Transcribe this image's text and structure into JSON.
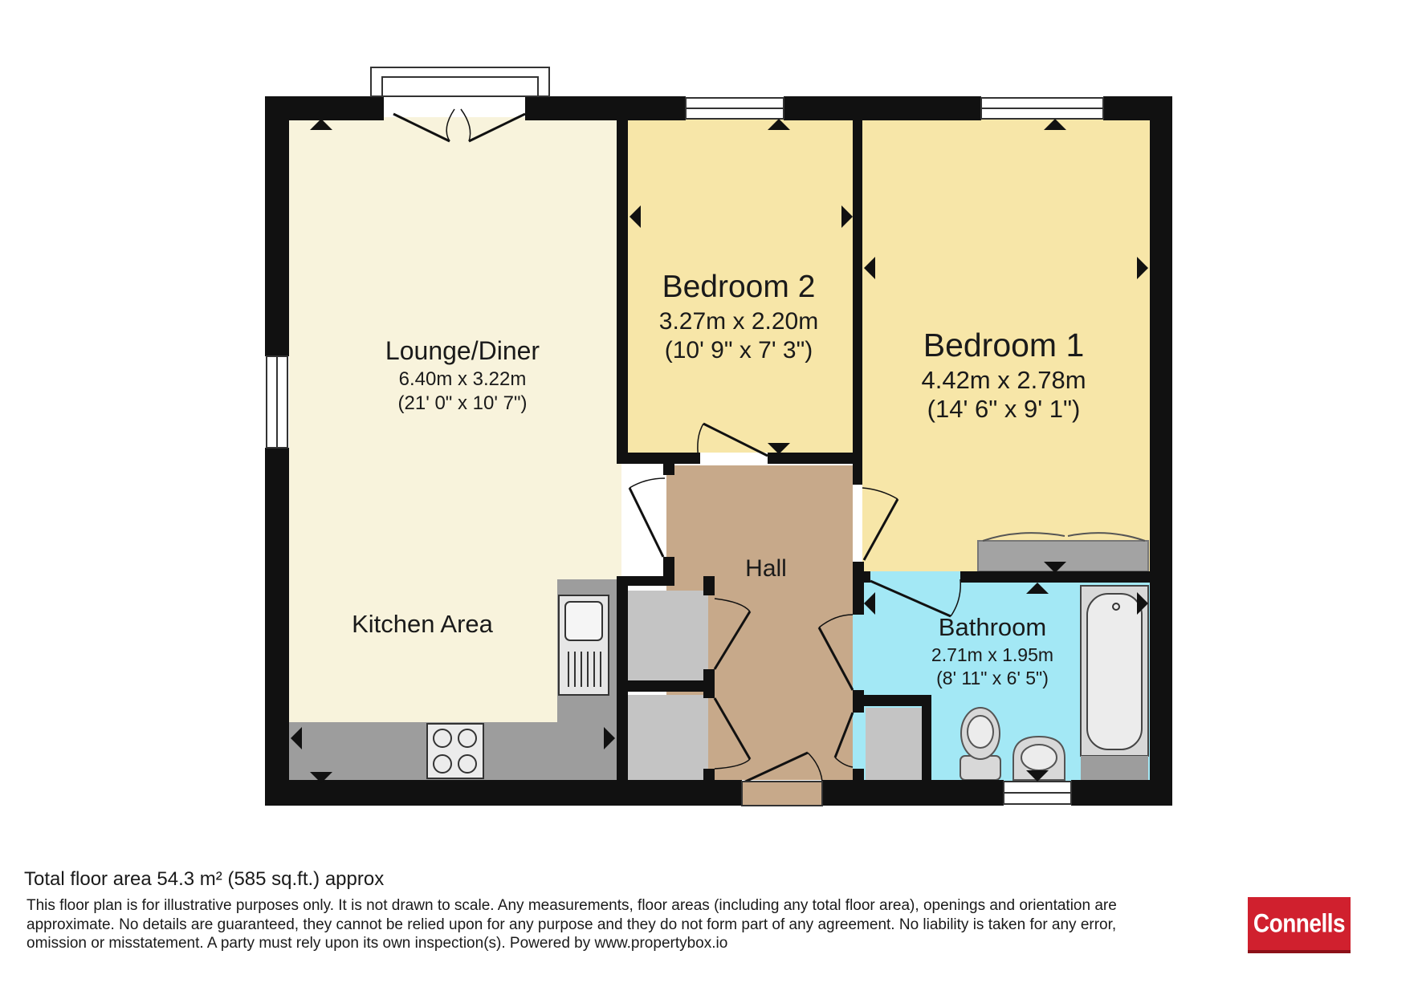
{
  "rooms": {
    "lounge": {
      "name": "Lounge/Diner",
      "metric": "6.40m x 3.22m",
      "imperial": "(21' 0\" x 10' 7\")",
      "fill": "#f8f3dc"
    },
    "kitchen": {
      "name": "Kitchen Area"
    },
    "bedroom2": {
      "name": "Bedroom 2",
      "metric": "3.27m x 2.20m",
      "imperial": "(10' 9\" x 7' 3\")",
      "fill": "#f7e6a8"
    },
    "bedroom1": {
      "name": "Bedroom 1",
      "metric": "4.42m x 2.78m",
      "imperial": "(14' 6\" x 9' 1\")",
      "fill": "#f7e6a8"
    },
    "hall": {
      "name": "Hall",
      "fill": "#c7a98a"
    },
    "bathroom": {
      "name": "Bathroom",
      "metric": "2.71m x 1.95m",
      "imperial": "(8' 11\" x 6' 5\")",
      "fill": "#a3e8f5"
    }
  },
  "colors": {
    "wall": "#111111",
    "cupboard": "#c4c4c4",
    "worktop": "#9d9d9d"
  },
  "footer": {
    "total_area": "Total floor area 54.3 m² (585 sq.ft.) approx",
    "disclaimer": "This floor plan is for illustrative purposes only. It is not drawn to scale. Any measurements, floor areas (including any total floor area), openings and orientation are approximate. No details are guaranteed, they cannot be relied upon for any purpose and they do not form part of any agreement. No liability is taken for any error, omission or misstatement. A party must rely upon its own inspection(s). Powered by www.propertybox.io"
  },
  "logo": {
    "text": "Connells",
    "color": "#d0202e"
  }
}
